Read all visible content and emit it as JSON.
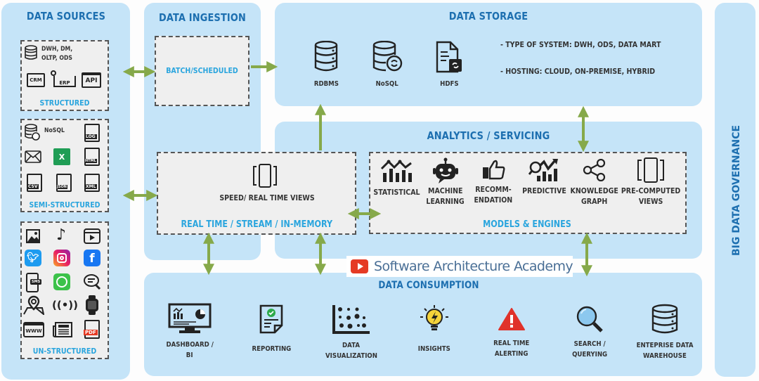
{
  "sections": {
    "data_sources": {
      "title": "DATA SOURCES",
      "structured": {
        "label": "STRUCTURED",
        "db_text_line1": "DWH, DM,",
        "db_text_line2": "OLTP, ODS",
        "icons": [
          "crm-icon",
          "erp-icon",
          "api-icon"
        ],
        "icon_texts": [
          "CRM",
          "ERP",
          "API"
        ]
      },
      "semi_structured": {
        "label": "SEMI-STRUCTURED",
        "nosql_text": "NoSQL",
        "file_badges": [
          "LOG",
          "HTML",
          "CSV",
          "JSON",
          "XML"
        ]
      },
      "un_structured": {
        "label": "UN-STRUCTURED",
        "icons": [
          "image-icon",
          "music-note-icon",
          "video-icon",
          "twitter-icon",
          "instagram-icon",
          "facebook-icon",
          "sms-phone-icon",
          "whatsapp-icon",
          "chat-bubble-icon",
          "location-pin-icon",
          "broadcast-icon",
          "smartwatch-icon",
          "www-icon",
          "newspaper-icon",
          "pdf-icon"
        ],
        "badges": {
          "sms": "SMS",
          "www": "WWW",
          "pdf": "PDF"
        }
      }
    },
    "data_ingestion": {
      "title": "DATA INGESTION",
      "batch_label": "BATCH/SCHEDULED",
      "speed_label": "SPEED/ REAL TIME VIEWS",
      "realtime_label": "REAL TIME / STREAM / IN-MEMORY"
    },
    "data_storage": {
      "title": "DATA STORAGE",
      "items": [
        {
          "label": "RDBMS",
          "icon": "database-icon"
        },
        {
          "label": "NoSQL",
          "icon": "nosql-database-icon"
        },
        {
          "label": "HDFS",
          "icon": "hdfs-file-icon"
        }
      ],
      "notes": [
        "- TYPE OF SYSTEM: DWH, ODS, DATA MART",
        "- HOSTING: CLOUD, ON-PREMISE,  HYBRID"
      ]
    },
    "analytics": {
      "title": "ANALYTICS / SERVICING",
      "models_label": "MODELS & ENGINES",
      "items": [
        {
          "line1": "STATISTICAL",
          "line2": "",
          "icon": "statistics-chart-icon"
        },
        {
          "line1": "MACHINE",
          "line2": "LEARNING",
          "icon": "robot-icon"
        },
        {
          "line1": "RECOMM-",
          "line2": "ENDATION",
          "icon": "thumbs-up-icon"
        },
        {
          "line1": "PREDICTIVE",
          "line2": "",
          "icon": "predictive-chart-icon"
        },
        {
          "line1": "KNOWLEDGE",
          "line2": "GRAPH",
          "icon": "share-graph-icon"
        },
        {
          "line1": "PRE-COMPUTED",
          "line2": "VIEWS",
          "icon": "views-icon"
        }
      ]
    },
    "data_consumption": {
      "title": "DATA CONSUMPTION",
      "items": [
        {
          "line1": "DASHBOARD /",
          "line2": "BI",
          "icon": "dashboard-monitor-icon"
        },
        {
          "line1": "REPORTING",
          "line2": "",
          "icon": "report-icon"
        },
        {
          "line1": "DATA",
          "line2": "VISUALIZATION",
          "icon": "scatter-plot-icon"
        },
        {
          "line1": "INSIGHTS",
          "line2": "",
          "icon": "lightbulb-icon"
        },
        {
          "line1": "REAL TIME",
          "line2": "ALERTING",
          "icon": "alert-triangle-icon"
        },
        {
          "line1": "SEARCH /",
          "line2": "QUERYING",
          "icon": "magnifier-icon"
        },
        {
          "line1": "ENTEPRISE DATA",
          "line2": "WAREHOUSE",
          "icon": "warehouse-database-icon"
        }
      ]
    },
    "governance": {
      "title": "BIG DATA GOVERNANCE"
    }
  },
  "watermark": {
    "text": "Software Architecture Academy",
    "icon": "youtube-play-icon"
  },
  "colors": {
    "panel_bg": "#c5e4f8",
    "title_blue": "#1d6fb0",
    "sublabel_blue": "#2aa5de",
    "arrow_green": "#86a94a",
    "box_bg": "#efefef",
    "youtube_red": "#e53a24"
  }
}
